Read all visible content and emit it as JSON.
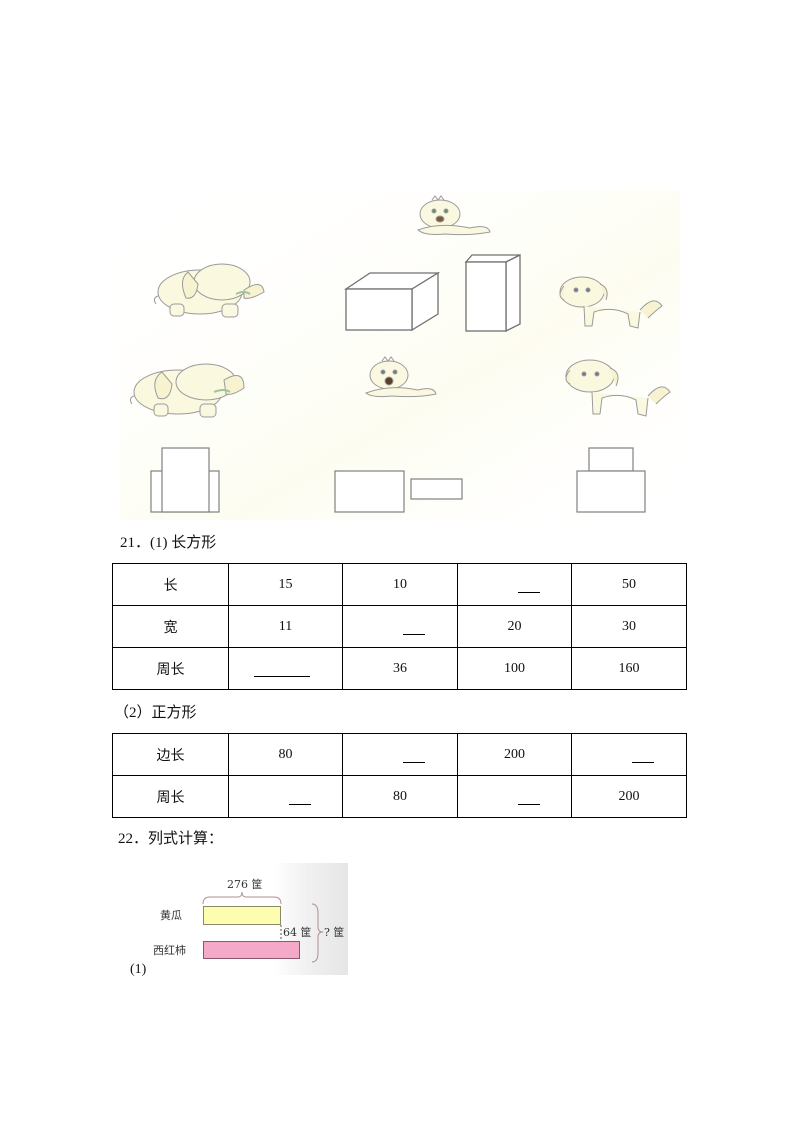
{
  "illustration": {
    "description": "Three animals (elephant, bird, puppy) observing a cuboid and a tall box, with three view drawings below",
    "animals": [
      "elephant",
      "bird",
      "puppy",
      "elephant",
      "bird",
      "puppy"
    ],
    "colors": {
      "outline": "#8a8a8a",
      "pastel_fill": "#fbf7d8",
      "accent_green": "#9cc4a0"
    }
  },
  "q21": {
    "title": "21．(1) 长方形",
    "rect_table": {
      "rows": [
        {
          "header": "长",
          "cells": [
            "15",
            "10",
            "__",
            "50"
          ]
        },
        {
          "header": "宽",
          "cells": [
            "11",
            "__",
            "20",
            "30"
          ]
        },
        {
          "header": "周长",
          "cells": [
            "____",
            "36",
            "100",
            "160"
          ]
        }
      ]
    },
    "part2_title": "（2）正方形",
    "square_table": {
      "rows": [
        {
          "header": "边长",
          "cells": [
            "80",
            "__",
            "200",
            "__"
          ]
        },
        {
          "header": "周长",
          "cells": [
            "__",
            "80",
            "__",
            "200"
          ]
        }
      ]
    }
  },
  "q22": {
    "title": "22．列式计算：",
    "sub_label": "(1)",
    "diagram": {
      "top_label": "276 筐",
      "row1_label": "黄瓜",
      "row2_label": "西红柿",
      "diff_label": "64 筐",
      "total_label": "? 筐",
      "colors": {
        "yellow_bar": "#fdfdb0",
        "pink_bar": "#f4a9c8",
        "bar_border": "#777777"
      }
    }
  }
}
